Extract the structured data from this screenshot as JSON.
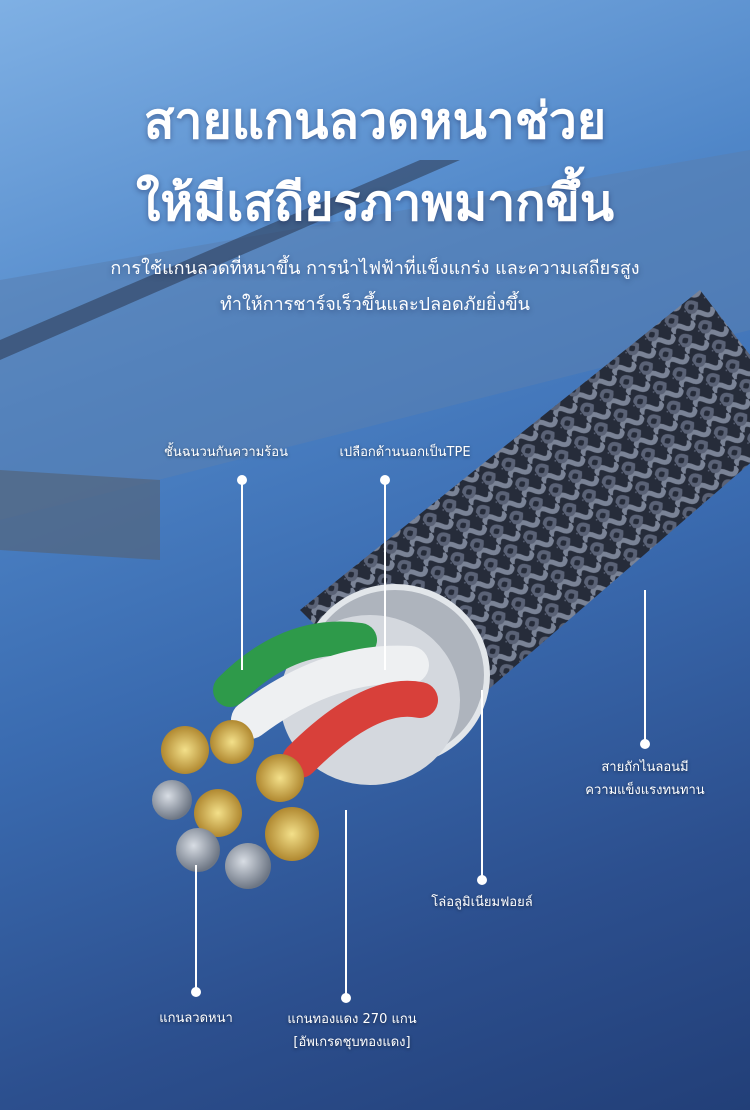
{
  "headline": {
    "line1": "สายแกนลวดหนาช่วย",
    "line2": "ให้มีเสถียรภาพมากขึ้น"
  },
  "subheadline": {
    "line1": "การใช้แกนลวดที่หนาขึ้น การนำไฟฟ้าที่แข็งแกร่ง และความเสถียรสูง",
    "line2": "ทำให้การชาร์จเร็วขึ้นและปลอดภัยยิ่งขึ้น"
  },
  "callouts": {
    "insulation": "ชั้นฉนวนกันความร้อน",
    "outer_jacket": "เปลือกด้านนอกเป็นTPE",
    "braid_line1": "สายถักไนลอนมี",
    "braid_line2": "ความแข็งแรงทนทาน",
    "foil": "โล่อลูมิเนียมฟอยล์",
    "thick_core": "แกนลวดหนา",
    "copper_line1": "แกนทองแดง 270 แกน",
    "copper_line2": "[อัพเกรดชุบทองแดง]"
  },
  "colors": {
    "background": "#3a6bb0",
    "braid": "#2a3040",
    "copper": "#d8b860",
    "wire_green": "#2e9a4a",
    "wire_red": "#d8403a"
  }
}
